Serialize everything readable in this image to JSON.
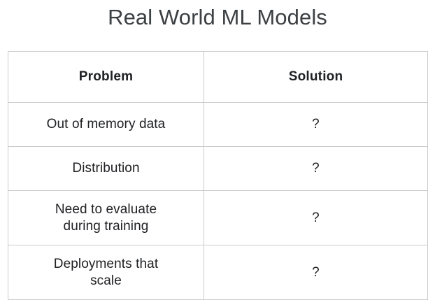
{
  "slide": {
    "title": "Real World ML Models",
    "background_color": "#ffffff",
    "title_color": "#3c4043",
    "border_color": "#cccccc",
    "text_color": "#202124"
  },
  "table": {
    "columns": [
      {
        "header": "Problem",
        "key": "problem"
      },
      {
        "header": "Solution",
        "key": "solution"
      }
    ],
    "rows": [
      {
        "problem_line1": "Out of memory data",
        "problem_line2": "",
        "solution": "?"
      },
      {
        "problem_line1": "Distribution",
        "problem_line2": "",
        "solution": "?"
      },
      {
        "problem_line1": "Need to evaluate",
        "problem_line2": "during training",
        "solution": "?"
      },
      {
        "problem_line1": "Deployments that",
        "problem_line2": "scale",
        "solution": "?"
      }
    ]
  }
}
